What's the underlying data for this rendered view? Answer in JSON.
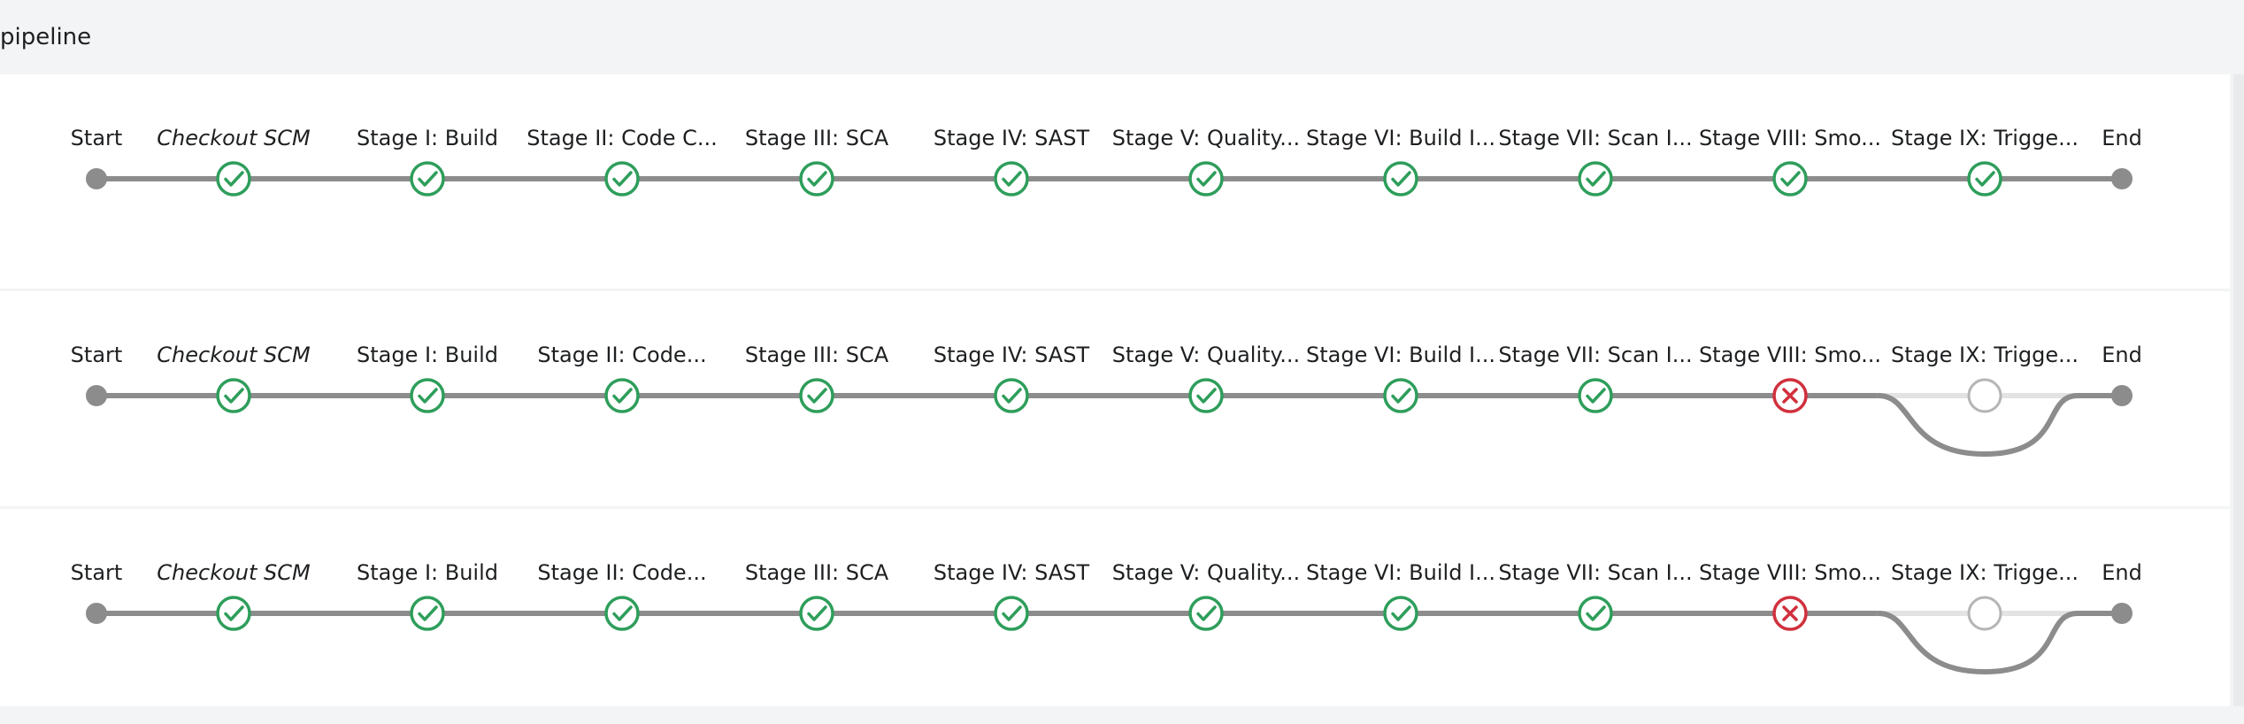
{
  "header": {
    "title": "pipeline"
  },
  "colors": {
    "success": "#2e9e5b",
    "failure": "#d0303c",
    "track": "#8c8c8c",
    "skipped_track": "#e3e3e3",
    "skipped_node": "#b5b5b5",
    "endpoint": "#8c8c8c"
  },
  "runs": [
    {
      "stages": [
        {
          "label": "Start",
          "kind": "endpoint"
        },
        {
          "label": "Checkout SCM",
          "kind": "stage",
          "status": "success",
          "italic": true
        },
        {
          "label": "Stage I: Build",
          "kind": "stage",
          "status": "success"
        },
        {
          "label": "Stage II: Code C...",
          "kind": "stage",
          "status": "success"
        },
        {
          "label": "Stage III: SCA",
          "kind": "stage",
          "status": "success"
        },
        {
          "label": "Stage IV: SAST",
          "kind": "stage",
          "status": "success"
        },
        {
          "label": "Stage V: Quality...",
          "kind": "stage",
          "status": "success"
        },
        {
          "label": "Stage VI: Build I...",
          "kind": "stage",
          "status": "success"
        },
        {
          "label": "Stage VII: Scan I...",
          "kind": "stage",
          "status": "success"
        },
        {
          "label": "Stage VIII: Smo...",
          "kind": "stage",
          "status": "success"
        },
        {
          "label": "Stage IX: Trigge...",
          "kind": "stage",
          "status": "success"
        },
        {
          "label": "End",
          "kind": "endpoint"
        }
      ]
    },
    {
      "stages": [
        {
          "label": "Start",
          "kind": "endpoint"
        },
        {
          "label": "Checkout SCM",
          "kind": "stage",
          "status": "success",
          "italic": true
        },
        {
          "label": "Stage I: Build",
          "kind": "stage",
          "status": "success"
        },
        {
          "label": "Stage II: Code...",
          "kind": "stage",
          "status": "success"
        },
        {
          "label": "Stage III: SCA",
          "kind": "stage",
          "status": "success"
        },
        {
          "label": "Stage IV: SAST",
          "kind": "stage",
          "status": "success"
        },
        {
          "label": "Stage V: Quality...",
          "kind": "stage",
          "status": "success"
        },
        {
          "label": "Stage VI: Build I...",
          "kind": "stage",
          "status": "success"
        },
        {
          "label": "Stage VII: Scan I...",
          "kind": "stage",
          "status": "success"
        },
        {
          "label": "Stage VIII: Smo...",
          "kind": "stage",
          "status": "failure"
        },
        {
          "label": "Stage IX: Trigge...",
          "kind": "stage",
          "status": "skipped"
        },
        {
          "label": "End",
          "kind": "endpoint"
        }
      ]
    },
    {
      "stages": [
        {
          "label": "Start",
          "kind": "endpoint"
        },
        {
          "label": "Checkout SCM",
          "kind": "stage",
          "status": "success",
          "italic": true
        },
        {
          "label": "Stage I: Build",
          "kind": "stage",
          "status": "success"
        },
        {
          "label": "Stage II: Code...",
          "kind": "stage",
          "status": "success"
        },
        {
          "label": "Stage III: SCA",
          "kind": "stage",
          "status": "success"
        },
        {
          "label": "Stage IV: SAST",
          "kind": "stage",
          "status": "success"
        },
        {
          "label": "Stage V: Quality...",
          "kind": "stage",
          "status": "success"
        },
        {
          "label": "Stage VI: Build I...",
          "kind": "stage",
          "status": "success"
        },
        {
          "label": "Stage VII: Scan I...",
          "kind": "stage",
          "status": "success"
        },
        {
          "label": "Stage VIII: Smo...",
          "kind": "stage",
          "status": "failure"
        },
        {
          "label": "Stage IX: Trigge...",
          "kind": "stage",
          "status": "skipped"
        },
        {
          "label": "End",
          "kind": "endpoint"
        }
      ]
    }
  ]
}
